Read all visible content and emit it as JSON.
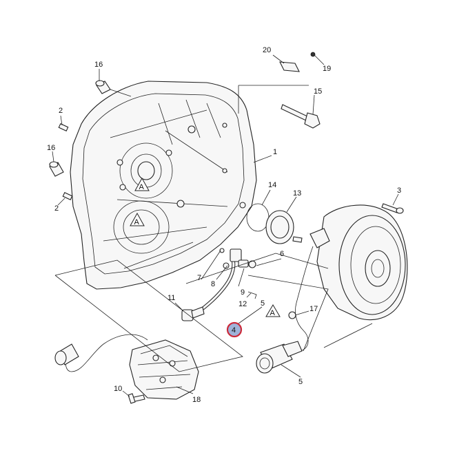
{
  "callouts": {
    "c20": "20",
    "c19": "19",
    "c16a": "16",
    "c15": "15",
    "c2a": "2",
    "c16b": "16",
    "c1": "1",
    "c2b": "2",
    "c14": "14",
    "c13": "13",
    "c3": "3",
    "c6": "6",
    "c7": "7",
    "c8": "8",
    "c9": "9",
    "c11": "11",
    "c12": "12",
    "c5a": "5",
    "c17": "17",
    "c4": "4",
    "c10": "10",
    "c18": "18",
    "c5b": "5"
  },
  "warning_mark": "A",
  "highlight_color": "#cc2a3a",
  "highlight_fill": "#9fb3d9"
}
